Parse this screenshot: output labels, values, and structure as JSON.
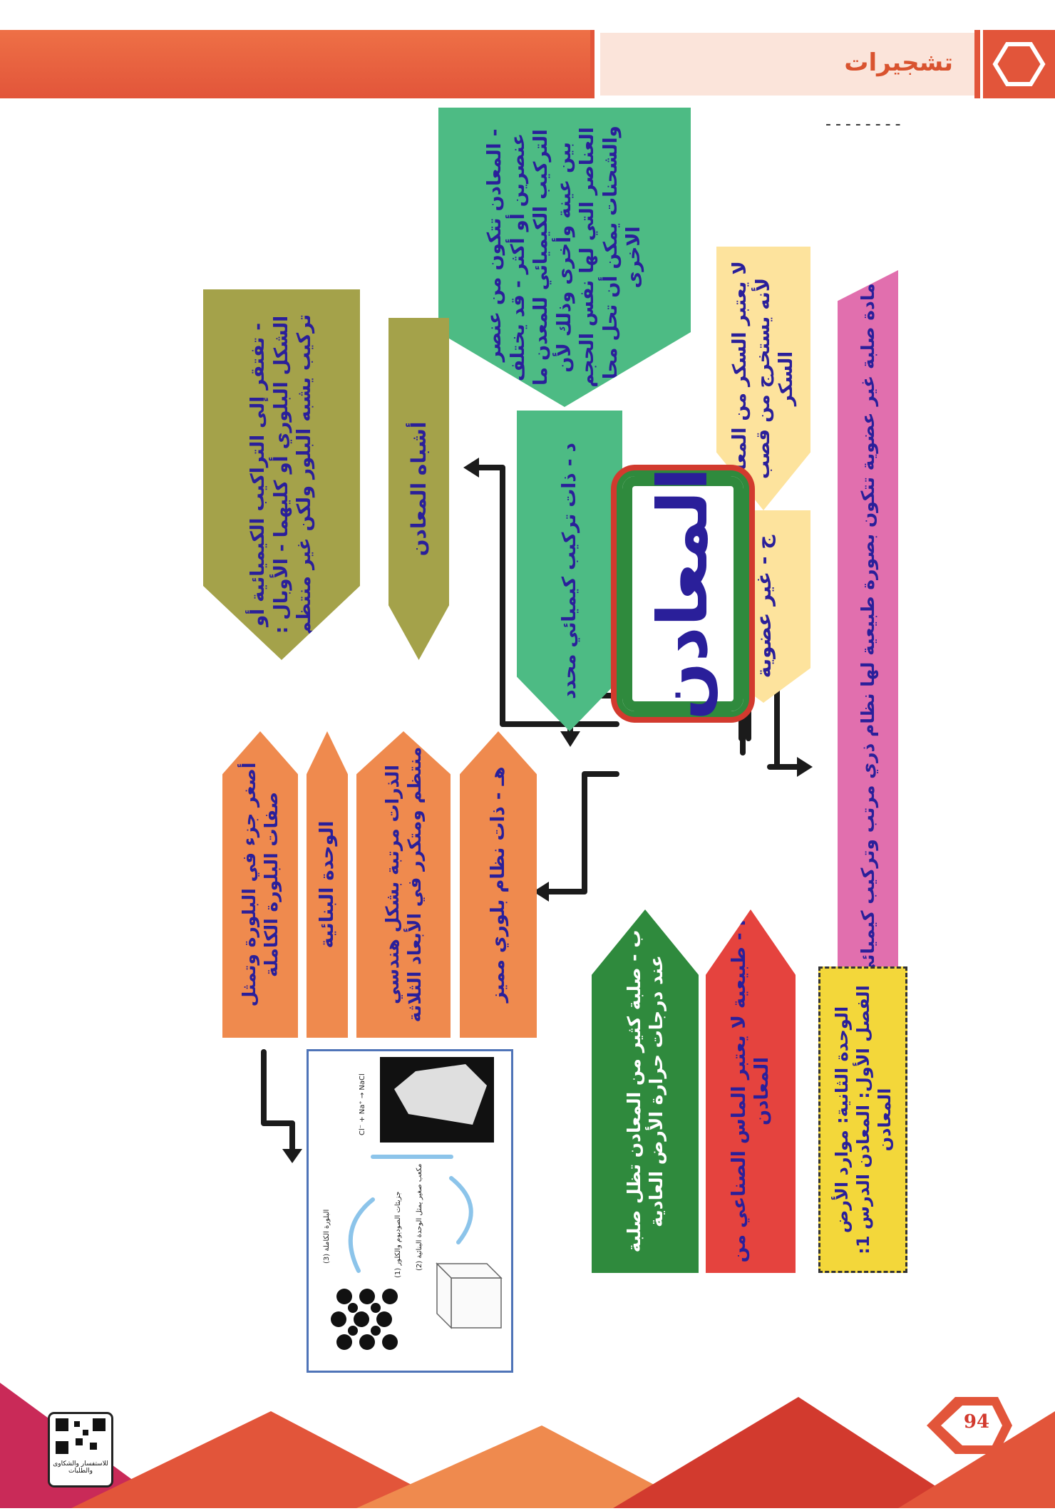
{
  "header": {
    "title": "تشجيرات",
    "icon": "hexagon-icon"
  },
  "dashes": "--------",
  "center": {
    "label": "المعادن"
  },
  "boxes": {
    "definition": "مادة صلبة غير عضوية تتكون بصورة طبيعية لها نظام ذري مرتب وتركيب كيميائي محدد",
    "grade_yellow": "ج - غير عضوية",
    "yellow_note": "لا يعتبر السكر من المعادن لأنه يستخرج من قصب السكر",
    "composition_box": "د - ذات تركيب كيميائي محدد",
    "green_note": "- المعادن تتكون من عنصر أو عنصرين أو أكثر - قد يختلف التركيب الكيميائي للمعدن ما بين عينة وأخرى وذلك لأن العناصر التي لها نفس الحجم والشحنات يمكن أن تحل محل الاخرى",
    "mineraloids": "أشباه المعادن",
    "mineraloids_note": "- تفتقر إلى التراكيب الكيميائية أو الشكل البلوري أو كليهما - الأوبال : تركيب يشبه البلور ولكن غير منتظم",
    "crystal": "هـ - ذات نظام بلوري مميز",
    "crystal_note": "الذرات مرتبة بشكل هندسي منتظم ومتكرر في الأبعاد الثلاثة",
    "unit_cell": "الوحدة البنائية",
    "unit_cell_note": "أصغر جزء في البلورة وتمثل صفات البلورة الكاملة",
    "natural": "أ - طبيعية لا يعتبر الماس الصناعي من المعادن",
    "solid": "ب - صلبة كثير من المعادن تظل صلبة عند درجات حرارة الأرض العادية",
    "unit_yellow": "الوحدة الثانية: موارد الأرض الفصل الأول: المعادن الدرس 1: المعادن"
  },
  "image_panel": {
    "labels": [
      "(1) جزيئات الصوديوم والكلور",
      "(2) مكعب صغير يمثل الوحدة البنائية",
      "(3) البلورة الكاملة",
      "Cl⁻ + Na⁺ → NaCl"
    ]
  },
  "footer": {
    "page_number": "94",
    "qr_caption": "للاستفسار والشكاوى والطلبات"
  },
  "colors": {
    "header": "#e2553a",
    "orange": "#ef8a4e",
    "green": "#4dbb84",
    "olive": "#a4a24a",
    "yellow": "#fde39d",
    "pink": "#e16fae",
    "red": "#e5433e",
    "darkgreen": "#2f8a3d",
    "gold": "#f3d73a",
    "text": "#2a1f9a"
  }
}
